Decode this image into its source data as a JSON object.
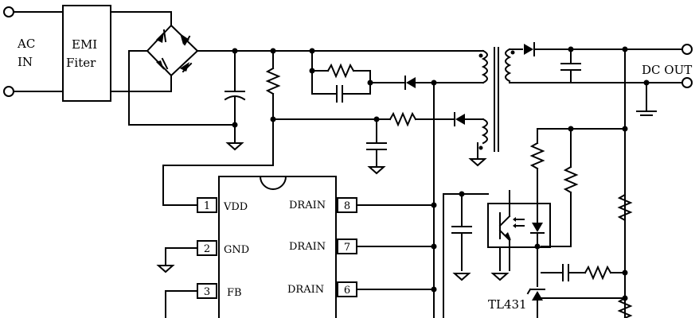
{
  "labels": {
    "ac_in_line1": "AC",
    "ac_in_line2": "IN",
    "emi_line1": "EMI",
    "emi_line2": "Fiter",
    "dc_out": "DC OUT",
    "tl431": "TL431"
  },
  "ic": {
    "pins": [
      {
        "number": "1",
        "name": "VDD"
      },
      {
        "number": "2",
        "name": "GND"
      },
      {
        "number": "3",
        "name": "FB"
      },
      {
        "number": "8",
        "name": "DRAIN"
      },
      {
        "number": "7",
        "name": "DRAIN"
      },
      {
        "number": "6",
        "name": "DRAIN"
      }
    ]
  }
}
